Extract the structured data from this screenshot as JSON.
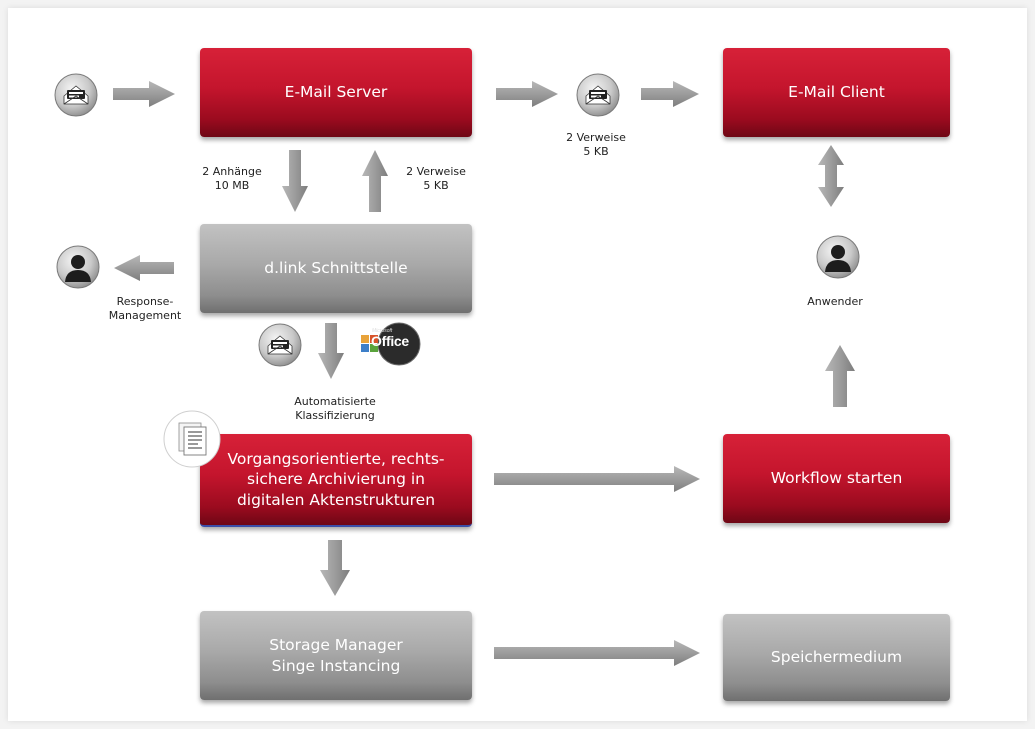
{
  "nodes": {
    "email_server": "E-Mail Server",
    "email_client": "E-Mail Client",
    "dlink": "d.link Schnittstelle",
    "archive": "Vorgangsorientierte, rechts-\nsichere Archivierung in\ndigitalen Aktenstrukturen",
    "workflow": "Workflow starten",
    "storage": "Storage Manager\nSinge Instancing",
    "medium": "Speichermedium"
  },
  "labels": {
    "anhaenge": "2 Anhänge\n10 MB",
    "verweise_left": "2 Verweise\n5 KB",
    "verweise_top": "2 Verweise\n5 KB",
    "response": "Response-\nManagement",
    "anwender": "Anwender",
    "klassifizierung": "Automatisierte\nKlassifizierung"
  },
  "office_logo": {
    "small_text": "Microsoft",
    "text": "Office"
  },
  "icons": [
    "email-icon",
    "user-icon",
    "office-icon",
    "document-icon"
  ],
  "colors": {
    "red_box": "#c4152d",
    "grey_box": "#a9a9a9",
    "arrow": "#9a9a9a"
  }
}
